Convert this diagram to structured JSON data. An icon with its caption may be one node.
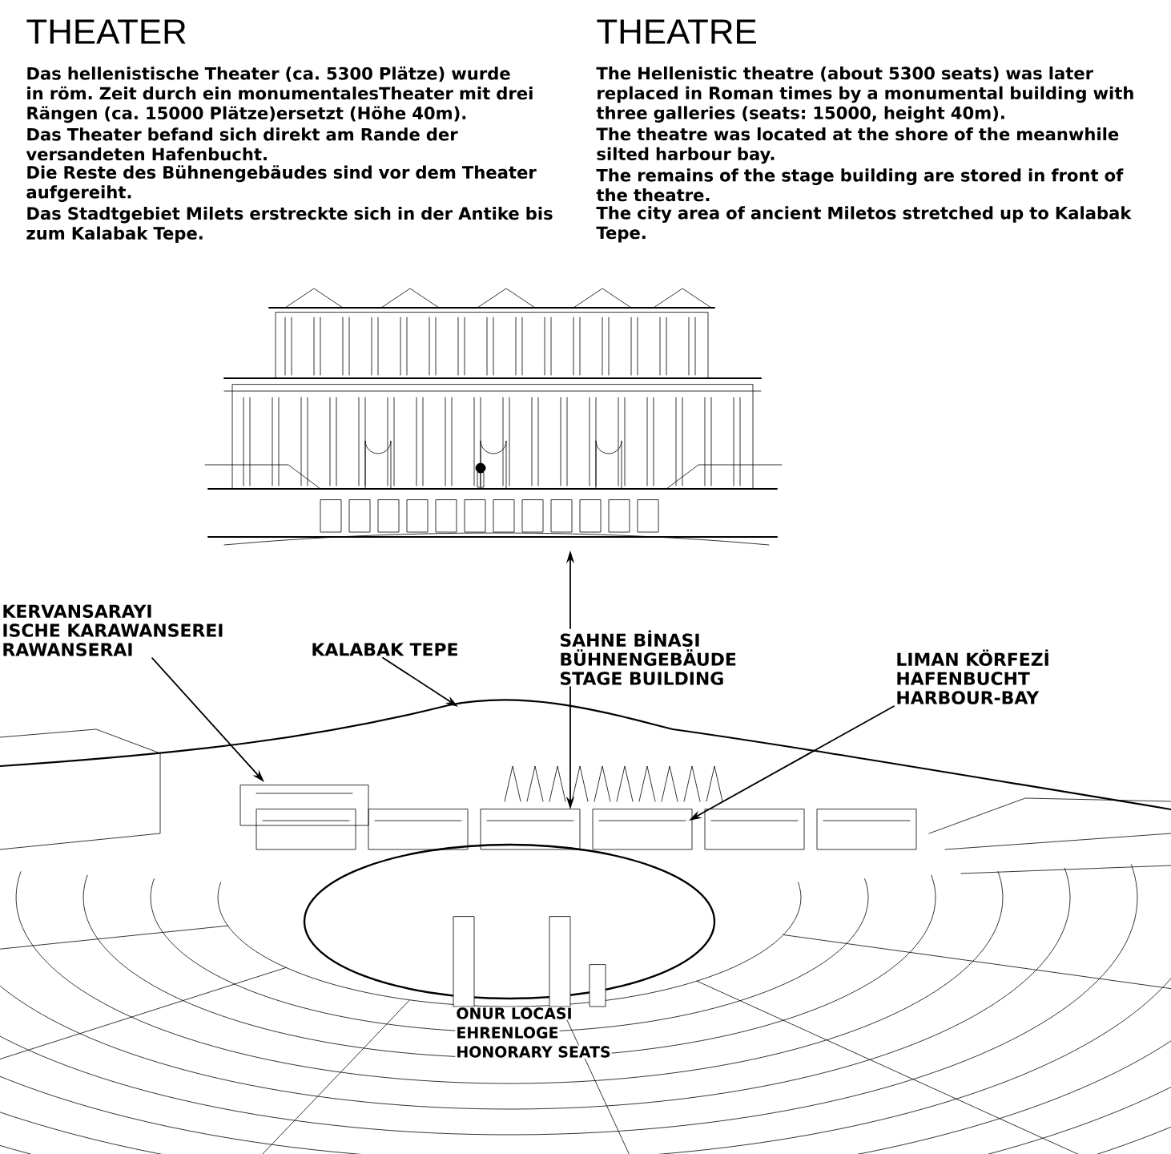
{
  "diagram": {
    "nodes": [
      {
        "text": [],
        "shape": "picture"
      },
      {
        "text": [
          "SAHNE BİNASI",
          "BÜHNENGEBÄUDE",
          "STAGE BUILDING"
        ]
      },
      {
        "text": [
          "KERVANSARAYI",
          "ISCHE KARAWANSEREI",
          "RAWANSERAI"
        ]
      },
      {
        "text": [
          "KALABAK TEPE"
        ]
      },
      {
        "text": [
          "LIMAN KÖRFEZİ",
          "HAFENBUCHT",
          "HARBOUR-BAY"
        ]
      }
    ],
    "edges": [
      {
        "from": 1,
        "to": 0,
        "arrow": "to"
      },
      {
        "from": 1,
        "to": null,
        "arrow": "to"
      },
      {
        "from": 2,
        "to": null,
        "arrow": "to"
      },
      {
        "from": 3,
        "to": null,
        "arrow": "to"
      },
      {
        "from": 4,
        "to": null,
        "arrow": "to"
      }
    ],
    "labels": [
      "THEATER",
      "Das hellenistische Theater (ca. 5300 Plätze) wurde in röm. Zeit durch ein monumentalesTheater mit drei Rängen (ca. 15000 Plätze)ersetzt (Höhe 40m).",
      "Das Theater befand sich direkt am Rande der versandeten Hafenbucht.",
      "Die Reste des Bühnengebäudes sind vor dem Theater aufgereiht.",
      "Das Stadtgebiet Milets erstreckte sich in der Antike bis zum Kalabak Tepe.",
      "THEATRE",
      "The Hellenistic theatre (about 5300 seats) was later replaced in Roman times by a monumental  building with three galleries (seats: 15000, height 40m).",
      "The theatre was located at the shore of the meanwhile silted harbour bay.",
      "The remains of the stage building are stored in front of the theatre.",
      "The city area of ancient Miletos stretched up to Kalabak Tepe.",
      "ONUR LOCASI",
      "EHRENLOGE",
      "HONORARY SEATS"
    ]
  }
}
